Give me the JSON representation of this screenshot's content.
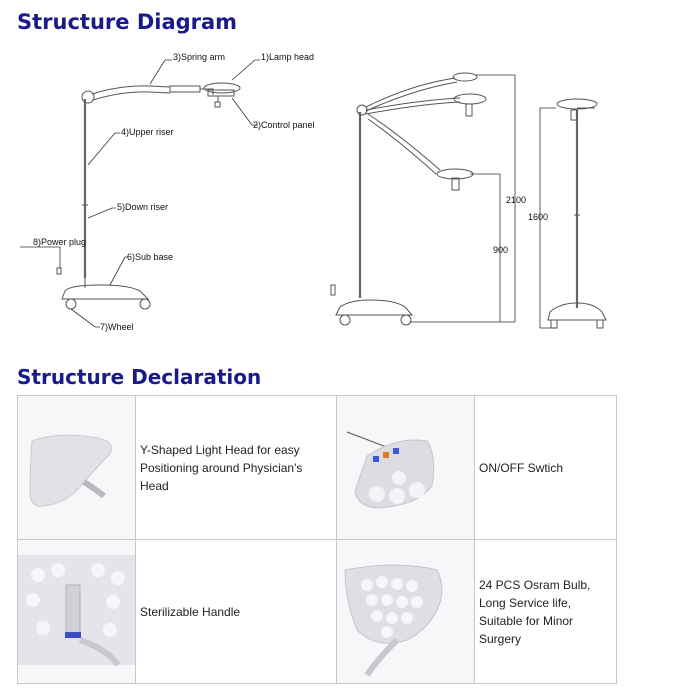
{
  "headings": {
    "structure_diagram": "Structure Diagram",
    "structure_declaration": "Structure Declaration"
  },
  "diagram_labels": {
    "spring_arm": "3)Spring arm",
    "lamp_head": "1)Lamp head",
    "control_panel": "2)Control panel",
    "upper_riser": "4)Upper riser",
    "down_riser": "5)Down riser",
    "power_plug": "8)Power plug",
    "sub_base": "6)Sub base",
    "wheel": "7)Wheel"
  },
  "dimensions": {
    "max_height": "2100",
    "min_height": "900",
    "height_1600": "1600"
  },
  "declaration": {
    "row1": {
      "left_text": "Y-Shaped Light Head for easy Positioning around Physician's Head",
      "right_text": "ON/OFF Swtich"
    },
    "row2": {
      "left_text": "Sterilizable Handle",
      "right_text": "24 PCS Osram Bulb, Long Service life, Suitable for Minor Surgery"
    }
  }
}
